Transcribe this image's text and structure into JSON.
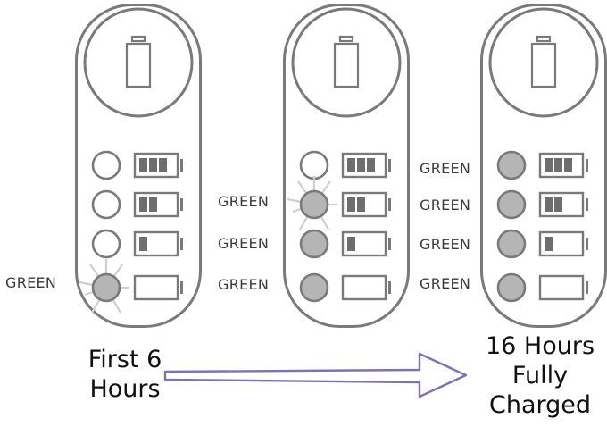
{
  "colors": {
    "outline": "#7a7a7a",
    "led_off": "#ffffff",
    "led_green": "#b5b5b5",
    "arrow": "#7f72b0"
  },
  "led_label": "GREEN",
  "devices": [
    {
      "state": "first 6 hours",
      "leds_lit": [
        false,
        false,
        false,
        true
      ],
      "flashing_led": 4
    },
    {
      "state": "charging",
      "leds_lit": [
        false,
        true,
        true,
        true
      ],
      "flashing_led": 2
    },
    {
      "state": "fully charged",
      "leds_lit": [
        true,
        true,
        true,
        true
      ],
      "flashing_led": null
    }
  ],
  "battery_levels": [
    3,
    2,
    1,
    0
  ],
  "icons": {
    "top": "battery-icon",
    "rows": "battery-level-icon",
    "arrow": "progress-arrow-icon"
  },
  "captions": {
    "start_line1": "First 6",
    "start_line2": "Hours",
    "end_line1": "16 Hours",
    "end_line2": "Fully",
    "end_line3": "Charged"
  }
}
